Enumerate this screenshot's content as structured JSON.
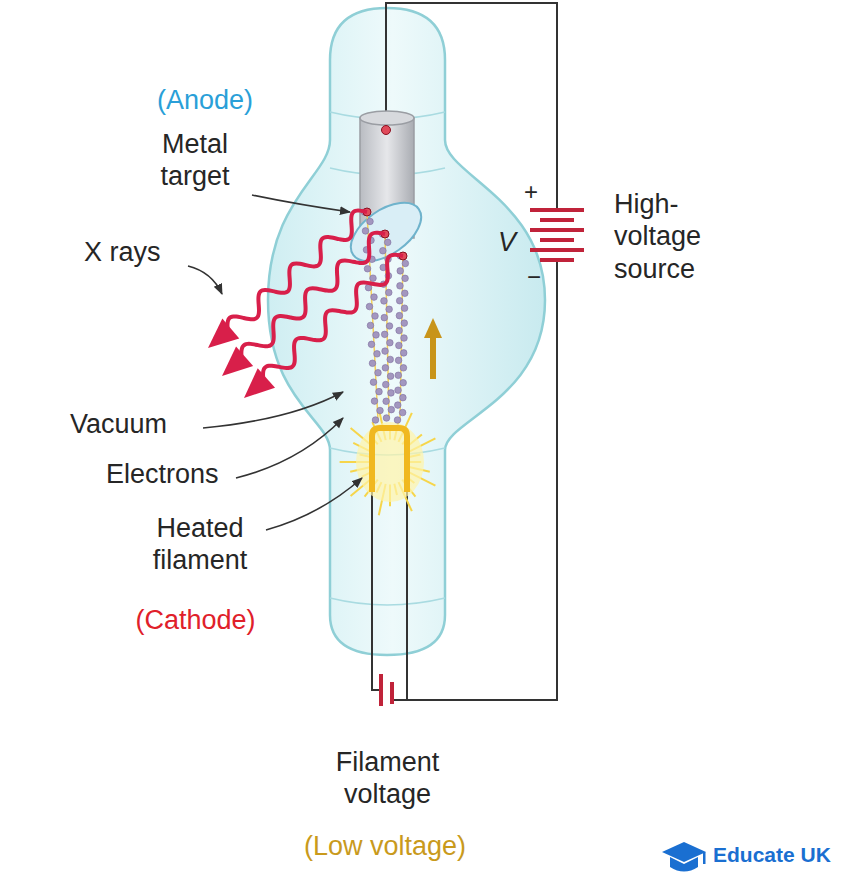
{
  "diagram": {
    "labels": [
      "(Anode)",
      "Metal target",
      "X rays",
      "Vacuum",
      "Electrons",
      "Heated filament",
      "(Cathode)",
      "V",
      "+",
      "−",
      "High- voltage source",
      "Filament voltage",
      "(Low voltage)",
      "Educate UK"
    ]
  }
}
